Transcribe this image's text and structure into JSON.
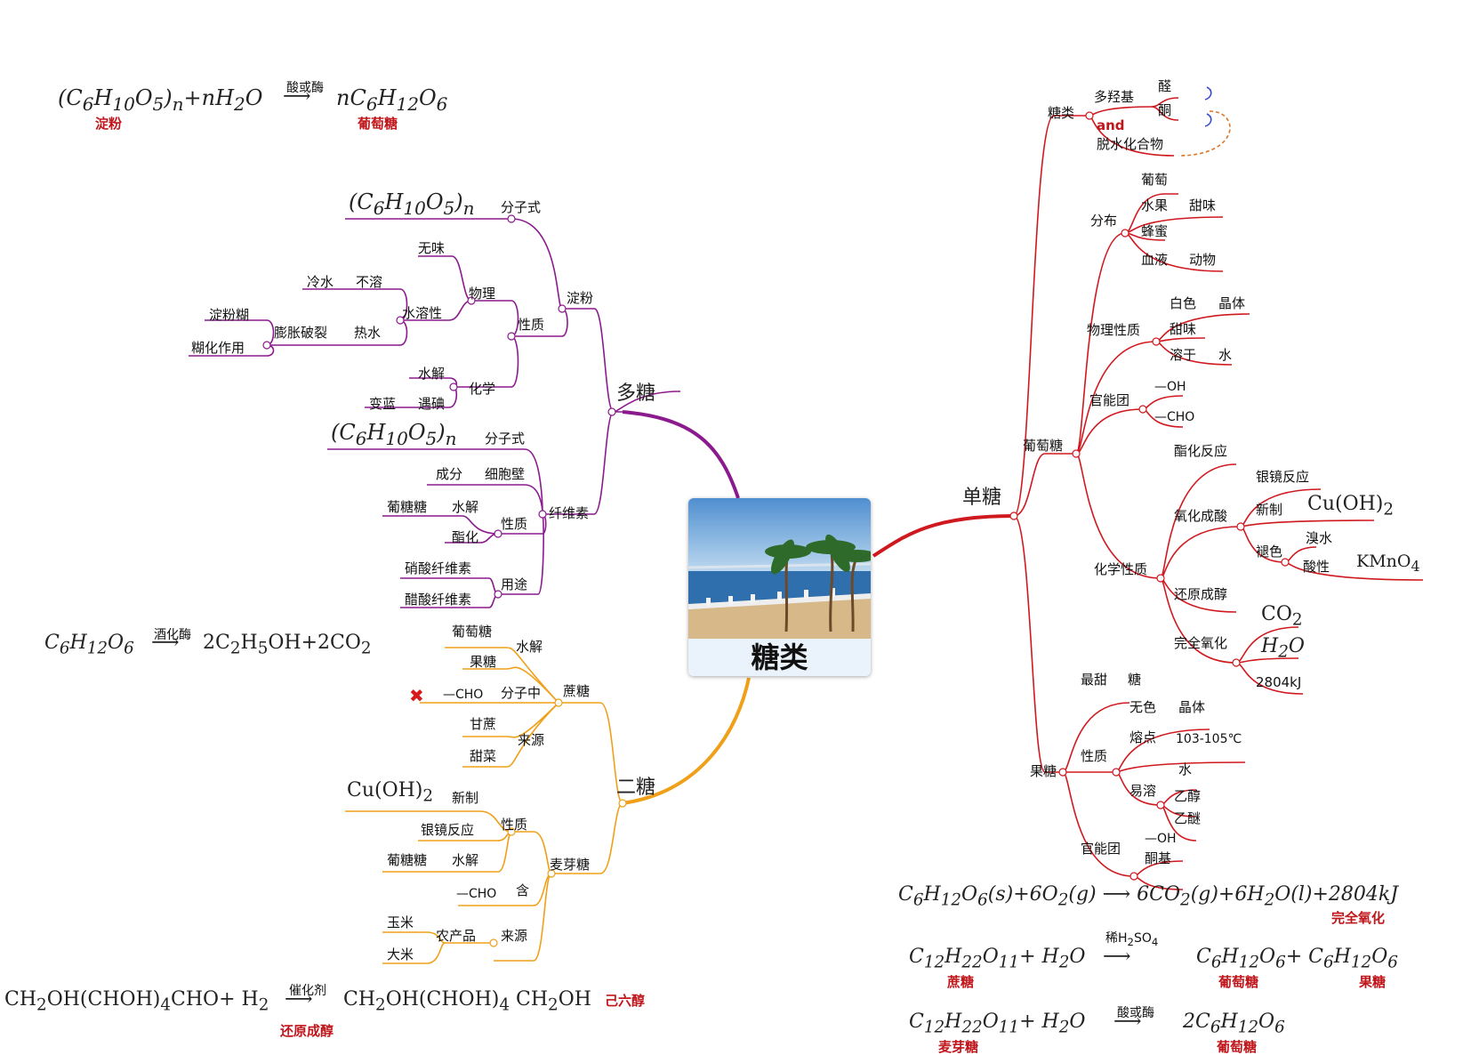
{
  "center": {
    "title": "糖类",
    "image": "seaside-promenade-palm-trees-bridge"
  },
  "branches": {
    "poly": "多糖",
    "mono": "单糖",
    "di": "二糖"
  },
  "colors": {
    "poly": "#8b1a8e",
    "mono": "#d0191f",
    "di": "#f0a018",
    "label_red": "#c0161b"
  },
  "poly": {
    "starch": {
      "label": "淀粉",
      "formula_lbl": "分子式",
      "prop": "性质",
      "phys": "物理",
      "tasteless": "无味",
      "solubility": "水溶性",
      "cold": "冷水",
      "insoluble": "不溶",
      "hot": "热水",
      "swell": "膨胀破裂",
      "paste": "淀粉糊",
      "gel": "糊化作用",
      "chem": "化学",
      "hydro": "水解",
      "iodine": "遇碘",
      "blue": "变蓝"
    },
    "cellulose": {
      "label": "纤维素",
      "formula_lbl": "分子式",
      "comp": "成分",
      "wall": "细胞壁",
      "prop": "性质",
      "hydro": "水解",
      "glucose": "葡糖糖",
      "ester": "酯化",
      "use": "用途",
      "nitro": "硝酸纤维素",
      "acetate": "醋酸纤维素"
    }
  },
  "di": {
    "sucrose": {
      "label": "蔗糖",
      "hydro": "水解",
      "glucose": "葡萄糖",
      "fructose": "果糖",
      "inmol": "分子中",
      "cho": "—CHO",
      "source": "来源",
      "cane": "甘蔗",
      "beet": "甜菜"
    },
    "maltose": {
      "label": "麦芽糖",
      "prop": "性质",
      "fresh": "新制",
      "cuoh": "Cu(OH)",
      "cuoh_sub": "2",
      "silver": "银镜反应",
      "hydro": "水解",
      "glucose": "葡糖糖",
      "contain": "含",
      "cho": "—CHO",
      "source": "来源",
      "agri": "农产品",
      "corn": "玉米",
      "rice": "大米"
    }
  },
  "mono": {
    "sugar": {
      "label": "糖类",
      "polyhydroxy": "多羟基",
      "ald": "醛",
      "ket": "酮",
      "and": "and",
      "dehyd": "脱水化合物"
    },
    "glucose": {
      "label": "葡萄糖",
      "dist": "分布",
      "grape": "葡萄",
      "fruit": "水果",
      "sweet": "甜味",
      "honey": "蜂蜜",
      "blood": "血液",
      "animal": "动物",
      "phys": "物理性质",
      "white": "白色",
      "crystal": "晶体",
      "sweet2": "甜味",
      "dissolve": "溶于",
      "water": "水",
      "fg": "官能团",
      "oh": "—OH",
      "cho": "—CHO",
      "chem": "化学性质",
      "ester": "酯化反应",
      "oxacid": "氧化成酸",
      "silver": "银镜反应",
      "fresh": "新制",
      "cuoh": "Cu(OH)",
      "cuoh_sub": "2",
      "fade": "褪色",
      "bromine": "溴水",
      "acidic": "酸性",
      "kmno": "KMnO",
      "kmno_sub": "4",
      "reduce": "还原成醇",
      "fullox": "完全氧化",
      "co": "CO",
      "co_sub": "2",
      "h2o": "H",
      "h2o_sub": "2",
      "h2o_o": "O",
      "kj": "2804kJ"
    },
    "fructose": {
      "label": "果糖",
      "sweetest": "最甜",
      "sugar": "糖",
      "prop": "性质",
      "colorless": "无色",
      "crystal": "晶体",
      "mp": "熔点",
      "mpv": "103-105℃",
      "sol": "易溶",
      "water": "水",
      "ethanol": "乙醇",
      "ether": "乙醚",
      "fg": "官能团",
      "oh": "—OH",
      "keto": "酮基"
    }
  },
  "eq": {
    "starch_h": {
      "a": "(C",
      "a1": "6",
      "b": "H",
      "b1": "10",
      "c": "O",
      "c1": "5",
      "d": ")",
      "d1": "n",
      "e": "+nH",
      "e1": "2",
      "f": "O",
      "cond": "酸或酶",
      "g": "nC",
      "g1": "6",
      "h": "H",
      "h1": "12",
      "i": "O",
      "i1": "6",
      "lbl1": "淀粉",
      "lbl2": "葡萄糖"
    },
    "poly_formula": {
      "a": "(C",
      "a1": "6",
      "b": "H",
      "b1": "10",
      "c": "O",
      "c1": "5",
      "d": ")",
      "d1": "n"
    },
    "ferment": {
      "a": "C",
      "a1": "6",
      "b": "H",
      "b1": "12",
      "c": "O",
      "c1": "6",
      "cond": "酒化酶",
      "d": "2C",
      "d1": "2",
      "e": "H",
      "e1": "5",
      "f": "OH+2CO",
      "f1": "2"
    },
    "reduce": {
      "a": "CH",
      "a1": "2",
      "b": "OH(CHOH)",
      "b1": "4",
      "c": "CHO+ H",
      "c1": "2",
      "cond": "催化剂",
      "d": "CH",
      "d1": "2",
      "e": "OH(CHOH)",
      "e1": "4",
      "f": "CH",
      "f1": "2",
      "g": "OH",
      "name": "己六醇",
      "lbl": "还原成醇"
    },
    "combust": {
      "a": "C",
      "a1": "6",
      "b": "H",
      "b1": "12",
      "c": "O",
      "c1": "6",
      "d": "(s)+6O",
      "d1": "2",
      "e": "(g)",
      "f": "6CO",
      "f1": "2",
      "g": "(g)+6H",
      "g1": "2",
      "h": "O(l)+2804kJ",
      "lbl": "完全氧化"
    },
    "sucrose_h": {
      "a": "C",
      "a1": "12",
      "b": "H",
      "b1": "22",
      "c": "O",
      "c1": "11",
      "d": "+ H",
      "d1": "2",
      "e": "O",
      "cond": "稀H",
      "cond1": "2",
      "cond2": "SO",
      "cond3": "4",
      "f": "C",
      "f1": "6",
      "g": "H",
      "g1": "12",
      "h": "O",
      "h1": "6",
      "i": "+ C",
      "i1": "6",
      "j": "H",
      "j1": "12",
      "k": "O",
      "k1": "6",
      "lbl1": "蔗糖",
      "lbl2": "葡萄糖",
      "lbl3": "果糖"
    },
    "maltose_h": {
      "a": "C",
      "a1": "12",
      "b": "H",
      "b1": "22",
      "c": "O",
      "c1": "11",
      "d": "+ H",
      "d1": "2",
      "e": "O",
      "cond": "酸或酶",
      "f": "2C",
      "f1": "6",
      "g": "H",
      "g1": "12",
      "h": "O",
      "h1": "6",
      "lbl1": "麦芽糖",
      "lbl2": "葡萄糖"
    }
  }
}
